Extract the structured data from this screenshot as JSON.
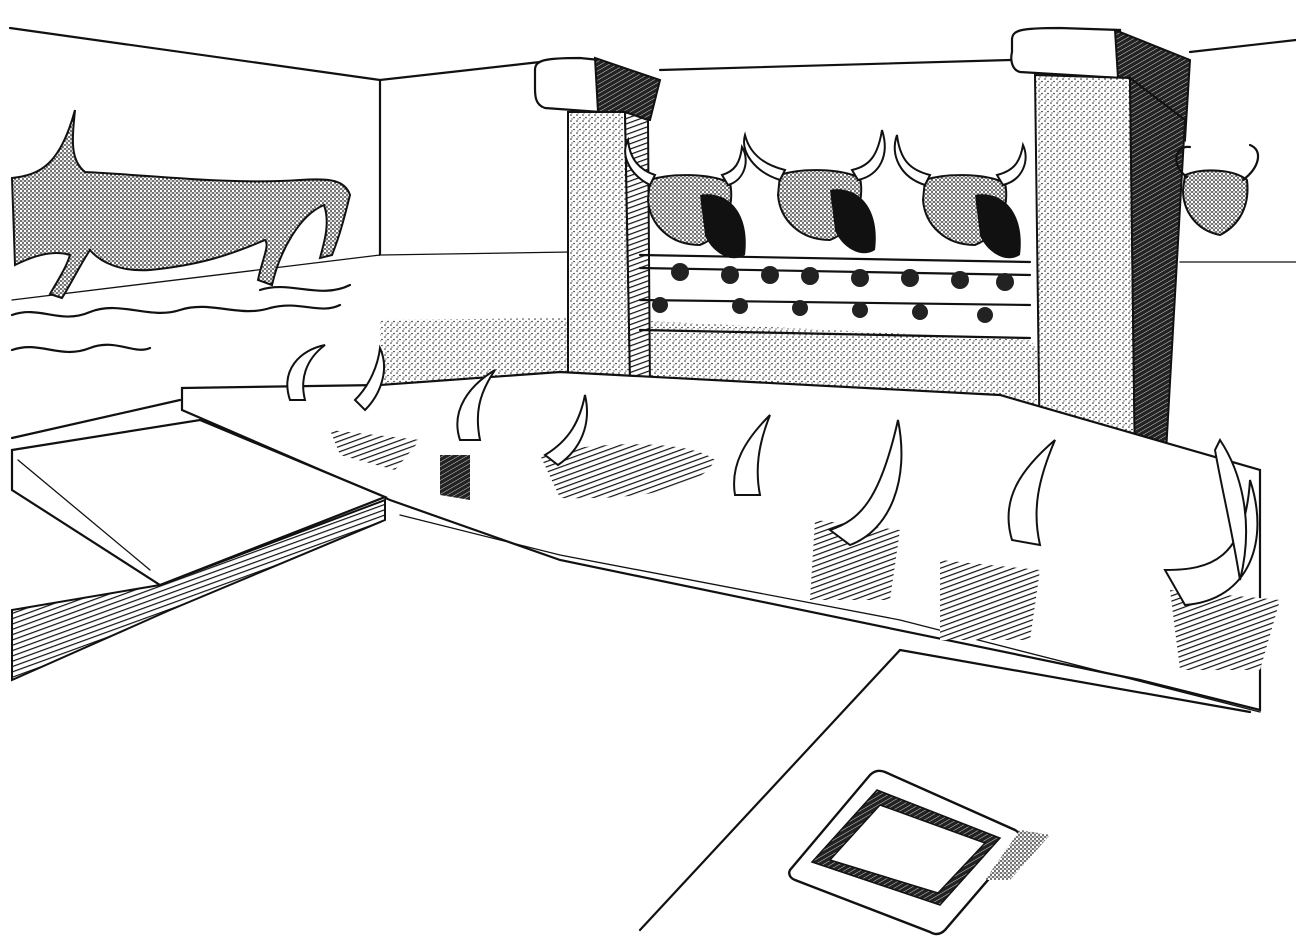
{
  "colors": {
    "ink": "#111111",
    "paper": "#ffffff",
    "stipple": "#222222"
  },
  "icons": [
    "bull-head-icon",
    "ram-head-icon",
    "horn-icon",
    "bull-mural-icon"
  ],
  "scene": {
    "bull_heads": 3,
    "ram_heads": 1,
    "horn_pairs_on_bench": 4
  }
}
